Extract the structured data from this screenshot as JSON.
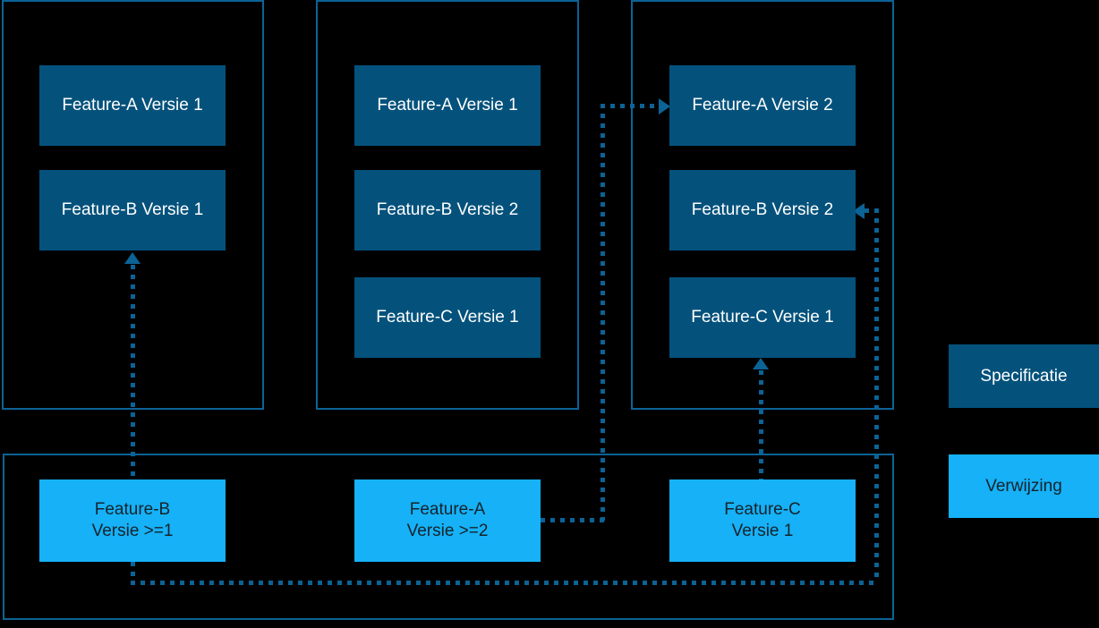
{
  "diagram": {
    "background_color": "#000000",
    "spec_color": "#04527C",
    "reference_color": "#16B1F7",
    "connector_color": "#0B6396",
    "panel_border_color": "#0B6396"
  },
  "panels": [
    {
      "id": "panel-1",
      "nodes": [
        "Feature-A Versie 1",
        "Feature-B Versie 1"
      ]
    },
    {
      "id": "panel-2",
      "nodes": [
        "Feature-A Versie 1",
        "Feature-B Versie 2",
        "Feature-C Versie 1"
      ]
    },
    {
      "id": "panel-3",
      "nodes": [
        "Feature-A Versie 2",
        "Feature-B Versie 2",
        "Feature-C Versie 1"
      ]
    },
    {
      "id": "panel-bottom",
      "nodes": [
        "Feature-B\nVersie >=1",
        "Feature-A\nVersie >=2",
        "Feature-C\nVersie 1"
      ]
    }
  ],
  "nodes": {
    "p1_a": "Feature-A Versie 1",
    "p1_b": "Feature-B Versie 1",
    "p2_a": "Feature-A Versie 1",
    "p2_b": "Feature-B Versie 2",
    "p2_c": "Feature-C Versie 1",
    "p3_a": "Feature-A Versie 2",
    "p3_b": "Feature-B Versie 2",
    "p3_c": "Feature-C Versie 1",
    "ref_b": "Feature-B\nVersie >=1",
    "ref_a": "Feature-A\nVersie >=2",
    "ref_c": "Feature-C\nVersie 1"
  },
  "legend": {
    "specification_label": "Specificatie",
    "reference_label": "Verwijzing"
  },
  "connectors": [
    {
      "from": "ref_b",
      "to": "p1_b",
      "style": "dotted",
      "arrow": "up"
    },
    {
      "from": "ref_a",
      "to": "p3_a",
      "style": "dotted",
      "arrow": "right"
    },
    {
      "from": "ref_c",
      "to": "p3_c",
      "style": "dotted",
      "arrow": "up"
    },
    {
      "from": "ref_b",
      "to": "p3_b",
      "style": "dotted",
      "arrow": "left"
    }
  ]
}
